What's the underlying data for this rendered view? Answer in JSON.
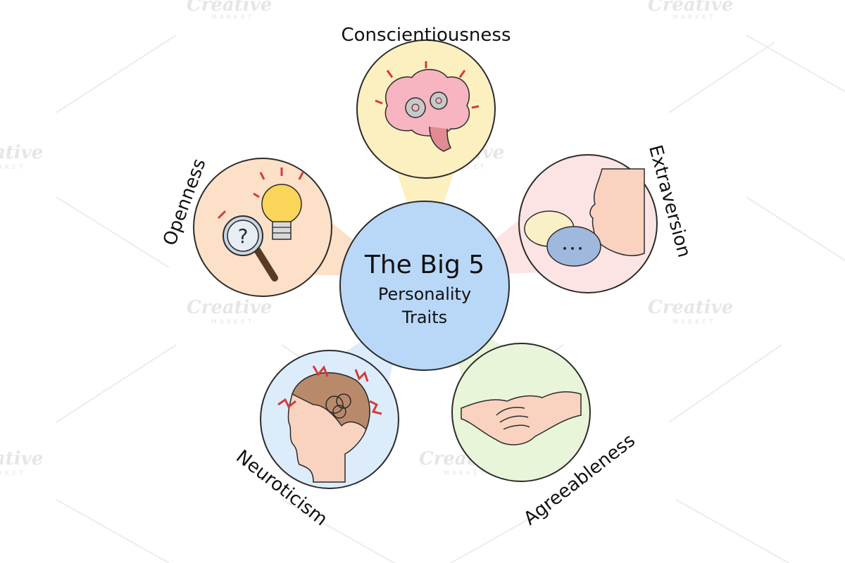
{
  "center": {
    "title": "The Big 5",
    "subtitle_line1": "Personality",
    "subtitle_line2": "Traits",
    "color": "#b9d8f7"
  },
  "traits": [
    {
      "label": "Conscientiousness",
      "icon": "brain-gears-icon",
      "color": "#fdf0c0"
    },
    {
      "label": "Extraversion",
      "icon": "speaking-face-icon",
      "color": "#fde4e4"
    },
    {
      "label": "Agreeableness",
      "icon": "handshake-icon",
      "color": "#e8f5d8"
    },
    {
      "label": "Neuroticism",
      "icon": "stressed-head-icon",
      "color": "#dcecfb"
    },
    {
      "label": "Openness",
      "icon": "lightbulb-magnifier-icon",
      "color": "#fde0c8"
    }
  ],
  "watermark": {
    "brand": "Creative",
    "sub": "MARKET"
  }
}
